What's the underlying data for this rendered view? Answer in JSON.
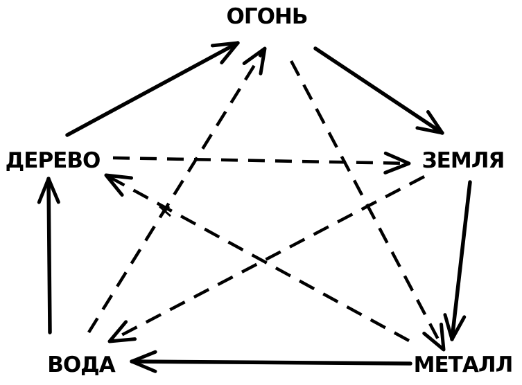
{
  "nodes": {
    "fire": {
      "label": "ОГОНЬ"
    },
    "earth": {
      "label": "ЗЕМЛЯ"
    },
    "metal": {
      "label": "МЕТАЛЛ"
    },
    "water": {
      "label": "ВОДА"
    },
    "wood": {
      "label": "ДЕРЕВО"
    }
  },
  "edges": [
    {
      "from": "wood",
      "to": "fire",
      "style": "solid"
    },
    {
      "from": "fire",
      "to": "earth",
      "style": "solid"
    },
    {
      "from": "earth",
      "to": "metal",
      "style": "solid"
    },
    {
      "from": "metal",
      "to": "water",
      "style": "solid"
    },
    {
      "from": "water",
      "to": "wood",
      "style": "solid"
    },
    {
      "from": "wood",
      "to": "earth",
      "style": "dashed"
    },
    {
      "from": "earth",
      "to": "water",
      "style": "dashed"
    },
    {
      "from": "water",
      "to": "fire",
      "style": "dashed"
    },
    {
      "from": "fire",
      "to": "metal",
      "style": "dashed"
    },
    {
      "from": "metal",
      "to": "wood",
      "style": "dashed"
    }
  ]
}
